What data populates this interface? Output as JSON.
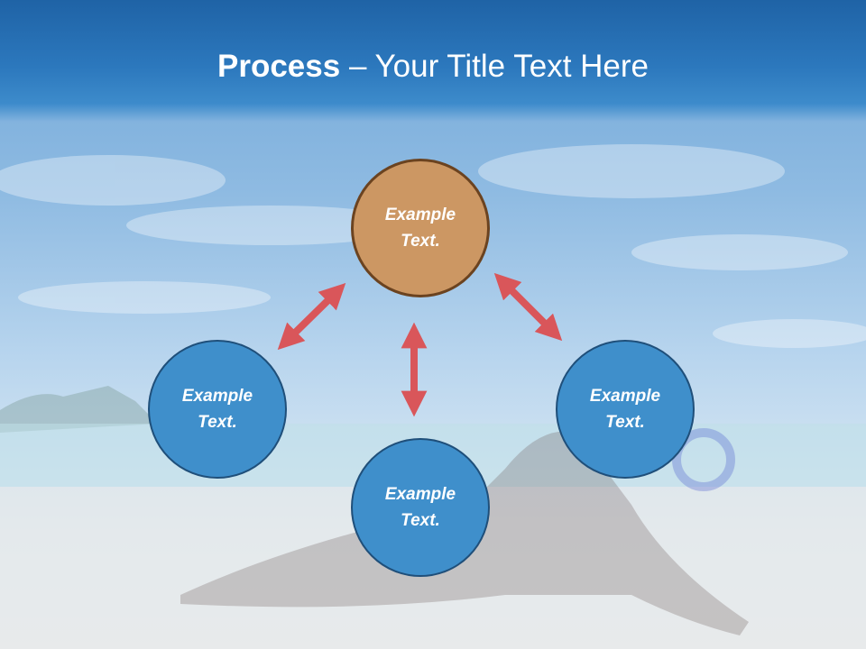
{
  "title": {
    "strong": "Process",
    "rest": " – Your Title Text Here"
  },
  "nodes": {
    "top": "Example\nText.",
    "left": "Example\nText.",
    "right": "Example\nText.",
    "bottom": "Example\nText."
  },
  "colors": {
    "node_blue": "#3f8fcb",
    "node_orange": "#cc9763",
    "arrow": "#d9565a",
    "title_band": "#2c78bd"
  }
}
